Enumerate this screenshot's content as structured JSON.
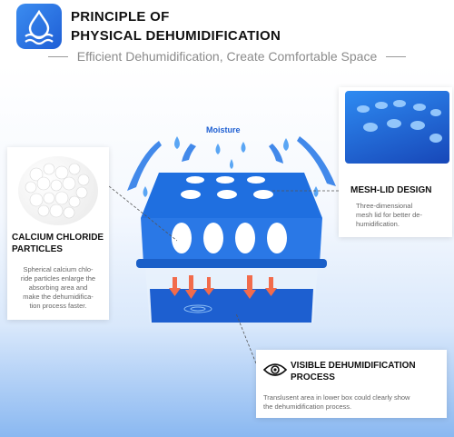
{
  "header": {
    "title_line1": "PRINCIPLE OF",
    "title_line2": "PHYSICAL DEHUMIDIFICATION",
    "subtitle": "Efficient Dehumidification, Create Comfortable Space"
  },
  "diagram": {
    "moisture_label": "Moisture"
  },
  "callouts": {
    "calcium": {
      "title_line1": "CALCIUM CHLORIDE",
      "title_line2": "PARTICLES",
      "text_lines": [
        "Spherical calcium chlo-",
        "ride particles enlarge the",
        "absorbing area and",
        "make the dehumidifica-",
        "tion process faster."
      ]
    },
    "mesh_lid": {
      "title": "MESH-LID DESIGN",
      "text_lines": [
        "Three-dimensional",
        "mesh lid for better de-",
        "humidification."
      ]
    },
    "visible": {
      "title_line1": "VISIBLE DEHUMIDIFICATION",
      "title_line2": "PROCESS",
      "text_lines": [
        "Translusent area in lower box could clearly show",
        "the dehumidification process."
      ]
    }
  },
  "colors": {
    "accent_blue": "#1f6fe0",
    "arrow_red": "#f26b4b"
  },
  "icons": {
    "logo": "water-waves-icon",
    "visible": "eye-icon"
  }
}
